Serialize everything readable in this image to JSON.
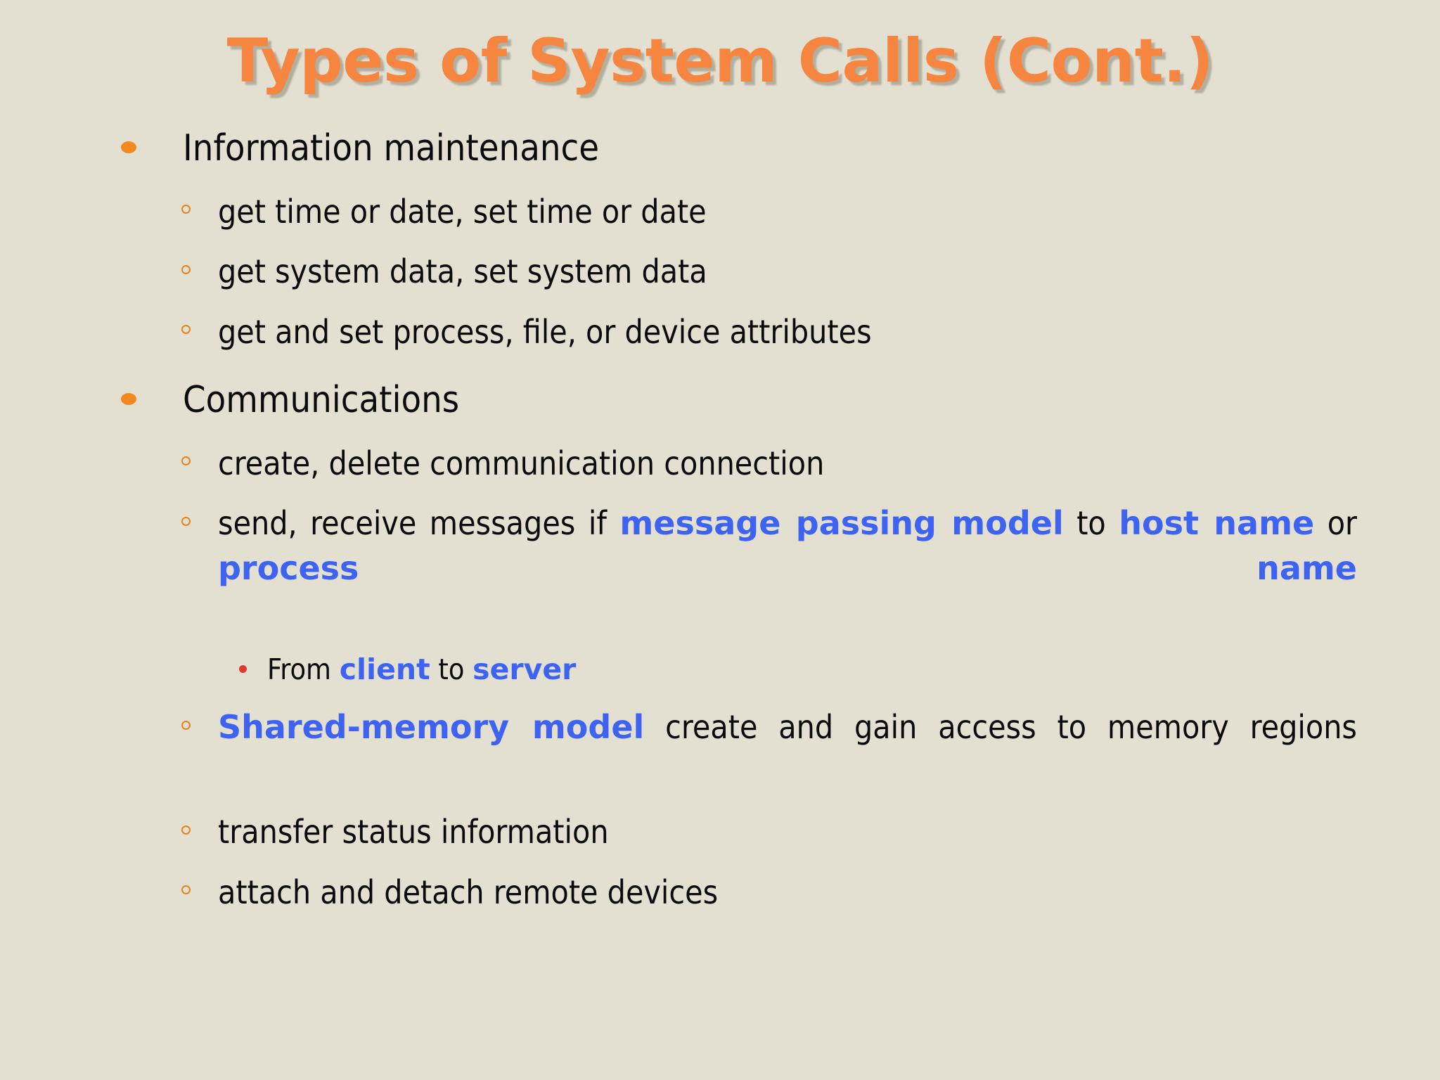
{
  "slide": {
    "title": "Types of System Calls (Cont.)",
    "background_color": "#E3E0D2",
    "title_color": "#F5853F",
    "body_text_color": "#0B0B0B",
    "keyword_color": "#3D63F0",
    "bullet_level1_color": "#F08A1E",
    "bullet_level2_color": "#E8821E",
    "bullet_level3_color": "#E03A30"
  },
  "content": {
    "sections": [
      {
        "heading": "Information maintenance",
        "items": [
          {
            "text": "get time or date, set time or date"
          },
          {
            "text": "get system data, set system data"
          },
          {
            "text": "get and set process, file, or device attributes"
          }
        ]
      },
      {
        "heading": "Communications",
        "items": [
          {
            "text": "create, delete communication connection"
          },
          {
            "parts": [
              {
                "text": "send, receive messages if ",
                "style": "plain"
              },
              {
                "text": "message passing model",
                "style": "keyword"
              },
              {
                "text": " to ",
                "style": "plain"
              },
              {
                "text": "host name",
                "style": "keyword"
              },
              {
                "text": " or ",
                "style": "plain"
              },
              {
                "text": "process name",
                "style": "keyword"
              }
            ],
            "sub": [
              {
                "parts": [
                  {
                    "text": "From ",
                    "style": "plain"
                  },
                  {
                    "text": "client",
                    "style": "keyword"
                  },
                  {
                    "text": " to ",
                    "style": "plain"
                  },
                  {
                    "text": "server",
                    "style": "keyword"
                  }
                ]
              }
            ]
          },
          {
            "parts": [
              {
                "text": "Shared-memory model",
                "style": "keyword"
              },
              {
                "text": " create and gain access to memory regions",
                "style": "plain"
              }
            ]
          },
          {
            "text": "transfer status information"
          },
          {
            "text": "attach and detach remote devices"
          }
        ]
      }
    ]
  },
  "labels": {
    "bullet_l1_icon": "filled-disc-icon",
    "bullet_l2_icon": "hollow-circle-icon",
    "bullet_l3_icon": "small-dot-icon"
  }
}
